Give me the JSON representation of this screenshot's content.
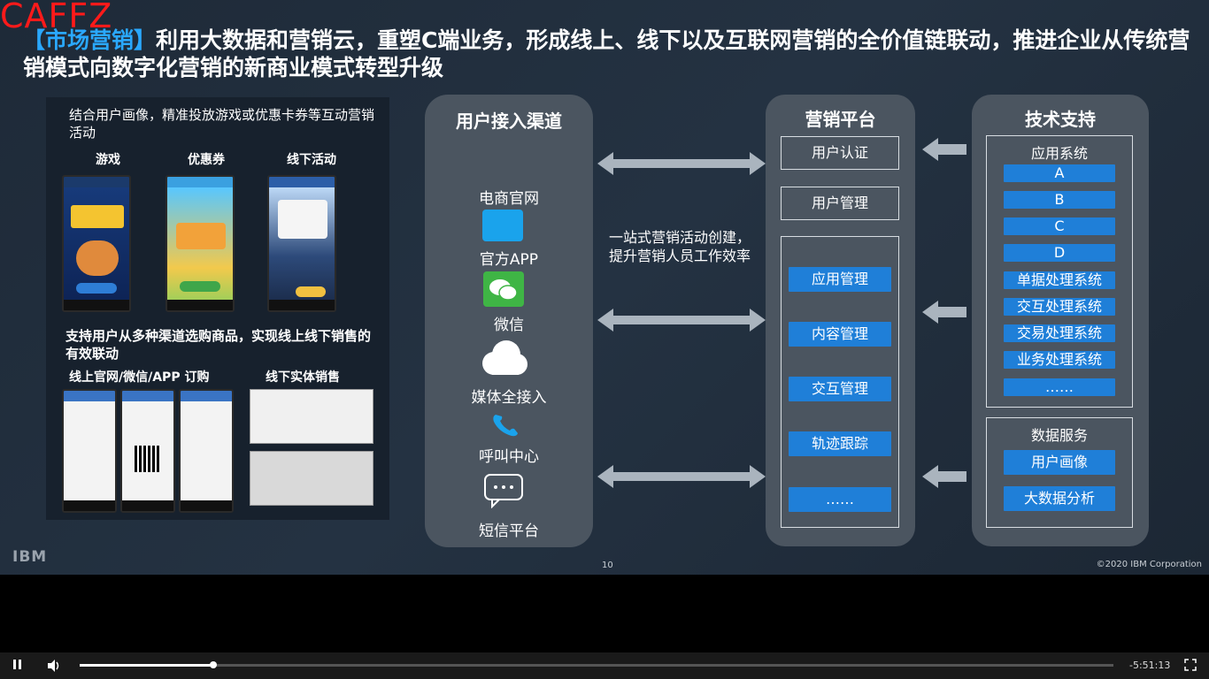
{
  "watermark": "CAFFZ",
  "title": {
    "tag": "【市场营销】",
    "text": "利用大数据和营销云，重塑C端业务，形成线上、线下以及互联网营销的全价值链联动，推进企业从传统营销模式向数字化营销的新商业模式转型升级"
  },
  "left_panel": {
    "intro": "结合用户画像，精准投放游戏或优惠卡券等互动营销活动",
    "labels": [
      "游戏",
      "优惠券",
      "线下活动"
    ],
    "intro2": "支持用户从多种渠道选购商品，实现线上线下销售的有效联动",
    "labels2": [
      "线上官网/微信/APP 订购",
      "线下实体销售"
    ]
  },
  "channels": {
    "title": "用户接入渠道",
    "items": [
      {
        "label": "电商官网",
        "icon": "web-icon"
      },
      {
        "label": "官方APP",
        "icon": "app-icon"
      },
      {
        "label": "微信",
        "icon": "wechat-icon"
      },
      {
        "label": "媒体全接入",
        "icon": "cloud-icon"
      },
      {
        "label": "呼叫中心",
        "icon": "phone-icon"
      },
      {
        "label": "短信平台",
        "icon": "sms-icon"
      }
    ]
  },
  "middle_note": "一站式营销活动创建，提升营销人员工作效率",
  "platform": {
    "title": "营销平台",
    "boxes": [
      "用户认证",
      "用户管理"
    ],
    "modules": [
      "应用管理",
      "内容管理",
      "交互管理",
      "轨迹跟踪",
      "……"
    ]
  },
  "tech": {
    "title": "技术支持",
    "app_systems": {
      "title": "应用系统",
      "items": [
        "A",
        "B",
        "C",
        "D",
        "单据处理系统",
        "交互处理系统",
        "交易处理系统",
        "业务处理系统",
        "……"
      ]
    },
    "data_services": {
      "title": "数据服务",
      "items": [
        "用户画像",
        "大数据分析"
      ]
    }
  },
  "footer": {
    "logo": "IBM",
    "page": "10",
    "copyright": "©2020 IBM Corporation"
  },
  "player": {
    "time_remaining": "-5:51:13",
    "progress": 0.129
  },
  "colors": {
    "accent_blue": "#1f7fd8",
    "tag_blue": "#2aa8ff",
    "watermark_red": "#ff1a1a",
    "panel_gray": "#4b5560"
  }
}
